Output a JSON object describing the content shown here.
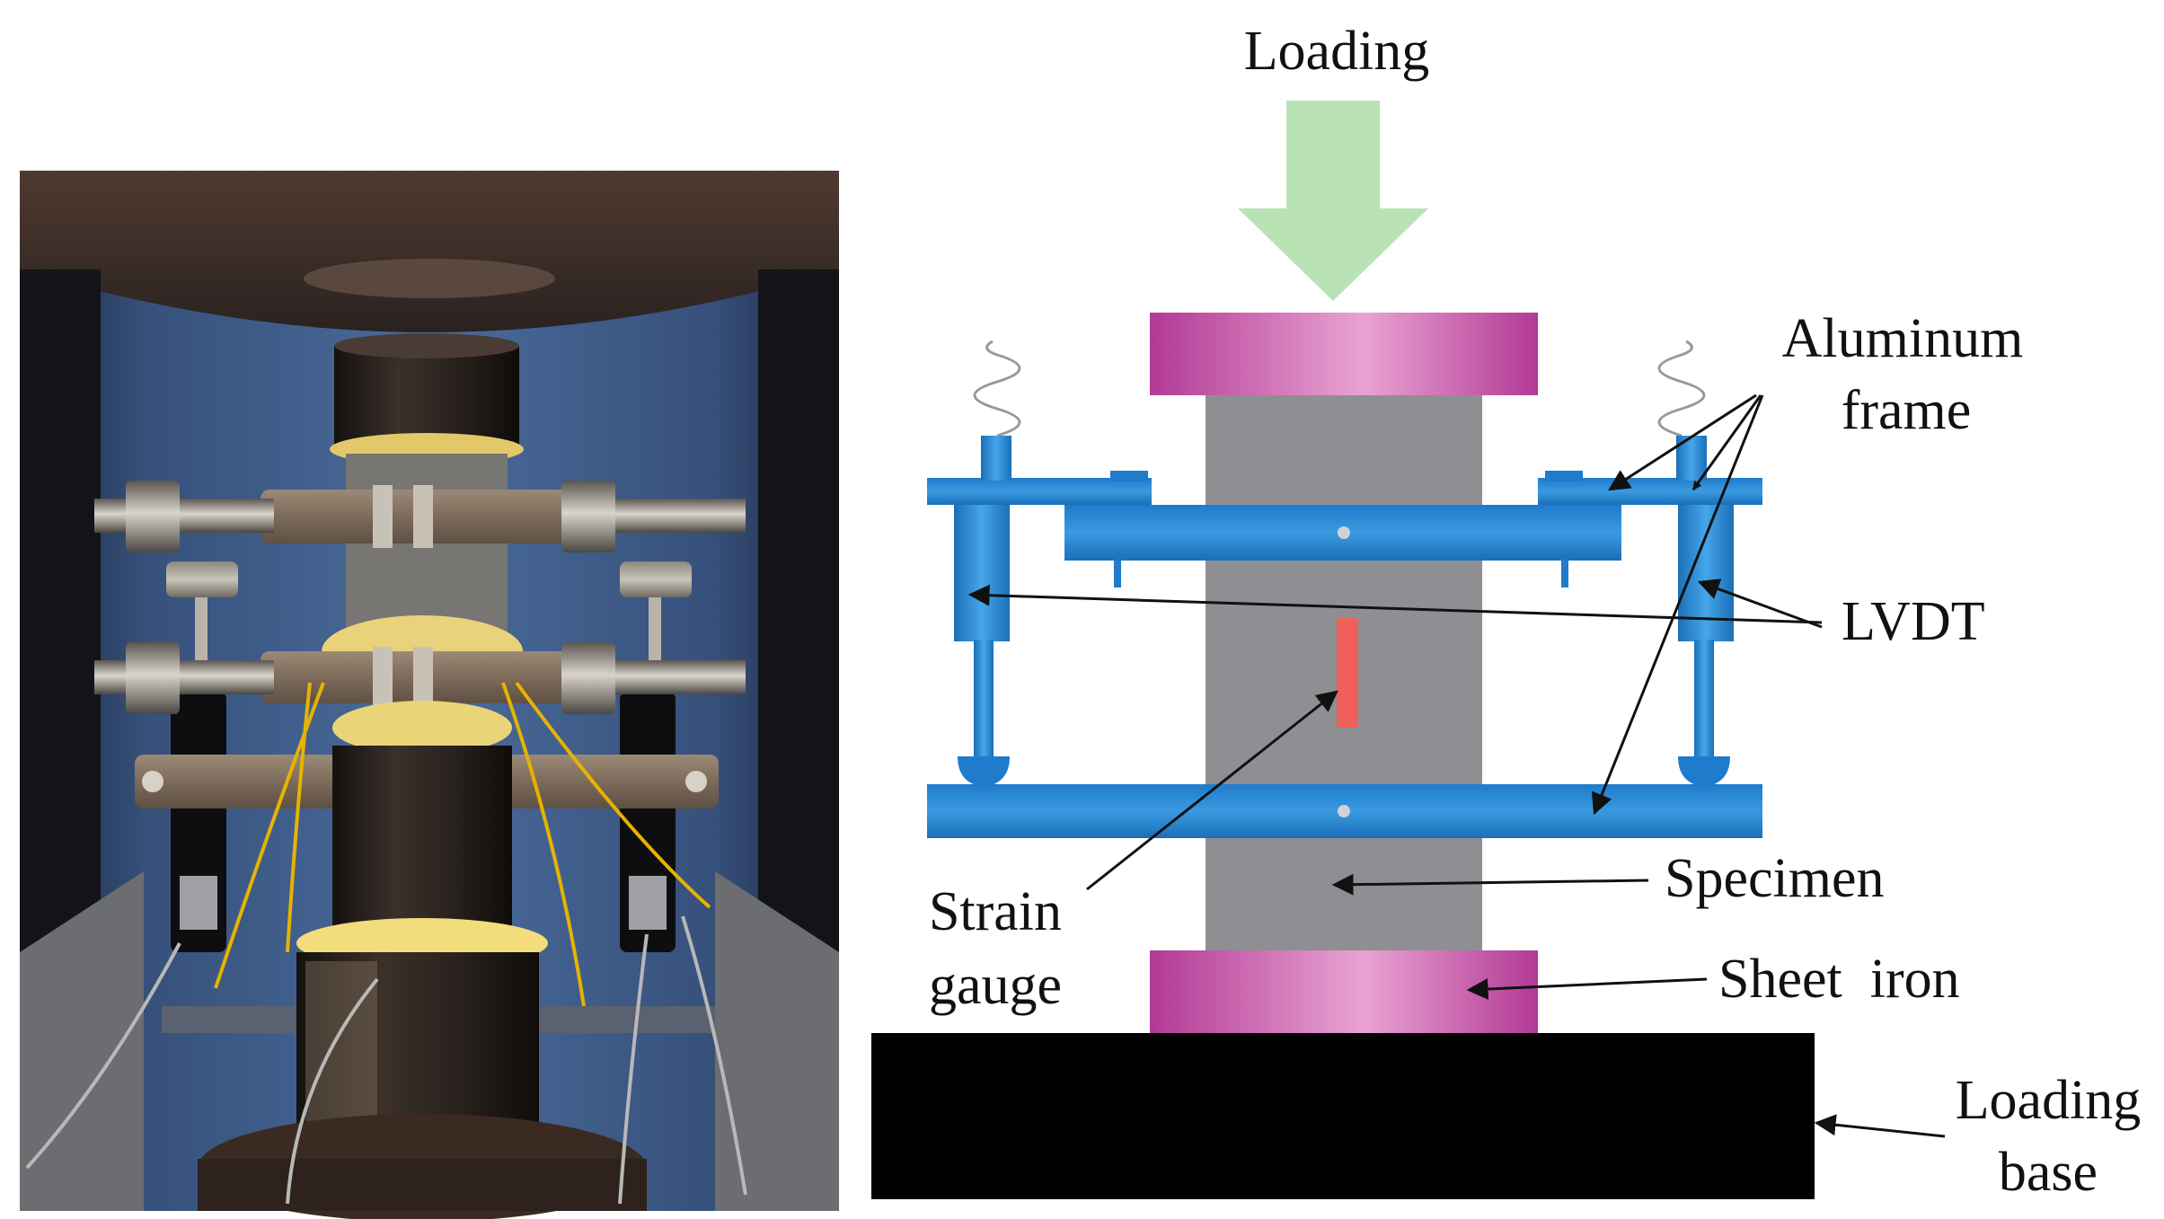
{
  "labels": {
    "loading": "Loading",
    "aluminum_frame": [
      "Aluminum",
      "frame"
    ],
    "lvdt": "LVDT",
    "strain_gauge": [
      "Strain",
      "gauge"
    ],
    "specimen": "Specimen",
    "sheet_iron": "Sheet  iron",
    "loading_base": [
      "Loading",
      "base"
    ]
  },
  "colors": {
    "loading_arrow": "#b9e3b5",
    "sheet_iron": "#c24aa2",
    "specimen": "#8e8f93",
    "aluminum_frame": "#2a86d1",
    "strain_gauge": "#f0605a",
    "loading_base": "#000000"
  }
}
